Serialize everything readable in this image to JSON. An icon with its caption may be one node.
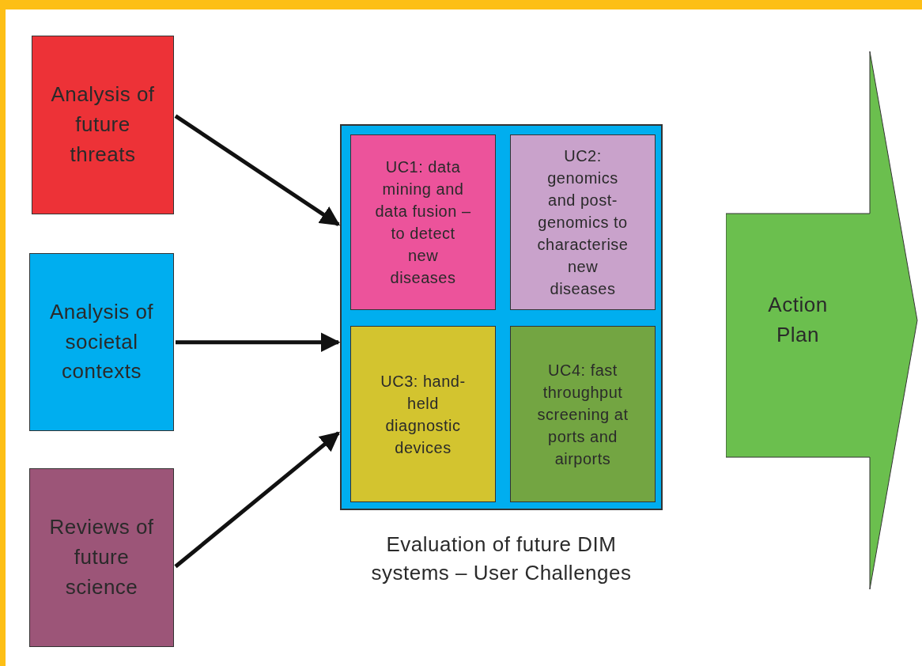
{
  "diagram": {
    "nodes": [
      {
        "text": [
          "Analysis of future threats"
        ]
      },
      {
        "text": [
          "Analysis of societal contexts"
        ]
      },
      {
        "text": [
          "Reviews of future science"
        ]
      },
      {
        "text": [],
        "shape": "box",
        "beside": [
          "Evaluation of future DIM systems – User Challenges"
        ]
      },
      {
        "text": [
          "UC1: data mining and data fusion – to detect new diseases"
        ],
        "in": 3
      },
      {
        "text": [
          "UC2: genomics and post-genomics to characterise new diseases"
        ],
        "in": 3
      },
      {
        "text": [
          "UC3: hand-held diagnostic devices"
        ],
        "in": 3
      },
      {
        "text": [
          "UC4: fast throughput screening at ports and airports"
        ],
        "in": 3
      },
      {
        "text": [
          "Action Plan"
        ]
      }
    ],
    "edges": [
      {
        "from": 0,
        "to": 3,
        "arrow": "to"
      },
      {
        "from": 1,
        "to": 3,
        "arrow": "to"
      },
      {
        "from": 2,
        "to": 3,
        "arrow": "to"
      }
    ]
  }
}
